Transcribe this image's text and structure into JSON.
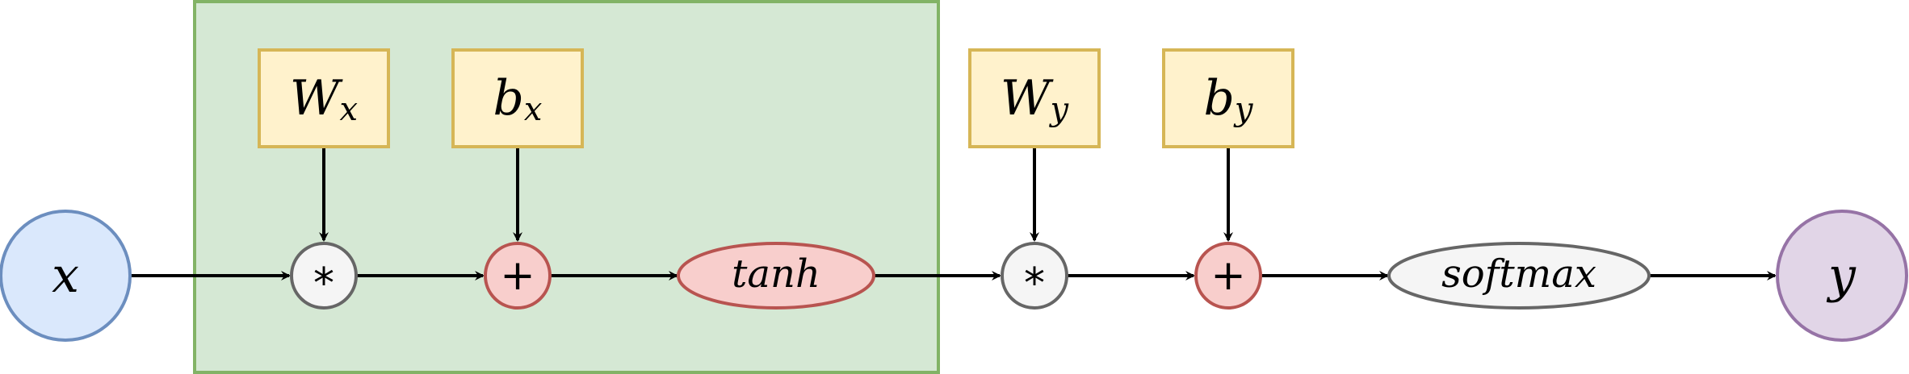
{
  "diagram": {
    "colors": {
      "region_fill": "#d5e8d4",
      "region_stroke": "#82b366",
      "param_fill": "#fff2cc",
      "param_stroke": "#d6b656",
      "input_fill": "#dae8fc",
      "input_stroke": "#6c8ebf",
      "output_fill": "#e1d5e7",
      "output_stroke": "#9673a6",
      "mul_fill": "#f5f5f5",
      "mul_stroke": "#666666",
      "add_fill": "#f8cecc",
      "add_stroke": "#b85450",
      "softmax_fill": "#f5f5f5",
      "softmax_stroke": "#666666",
      "edge": "#000000"
    },
    "input": {
      "label": "x"
    },
    "output": {
      "label": "y"
    },
    "params": {
      "wx": {
        "base": "W",
        "sub": "x"
      },
      "bx": {
        "base": "b",
        "sub": "x"
      },
      "wy": {
        "base": "W",
        "sub": "y"
      },
      "by": {
        "base": "b",
        "sub": "y"
      }
    },
    "ops": {
      "mul": "*",
      "add": "+"
    },
    "activations": {
      "tanh": "tanh",
      "softmax": "softmax"
    }
  }
}
